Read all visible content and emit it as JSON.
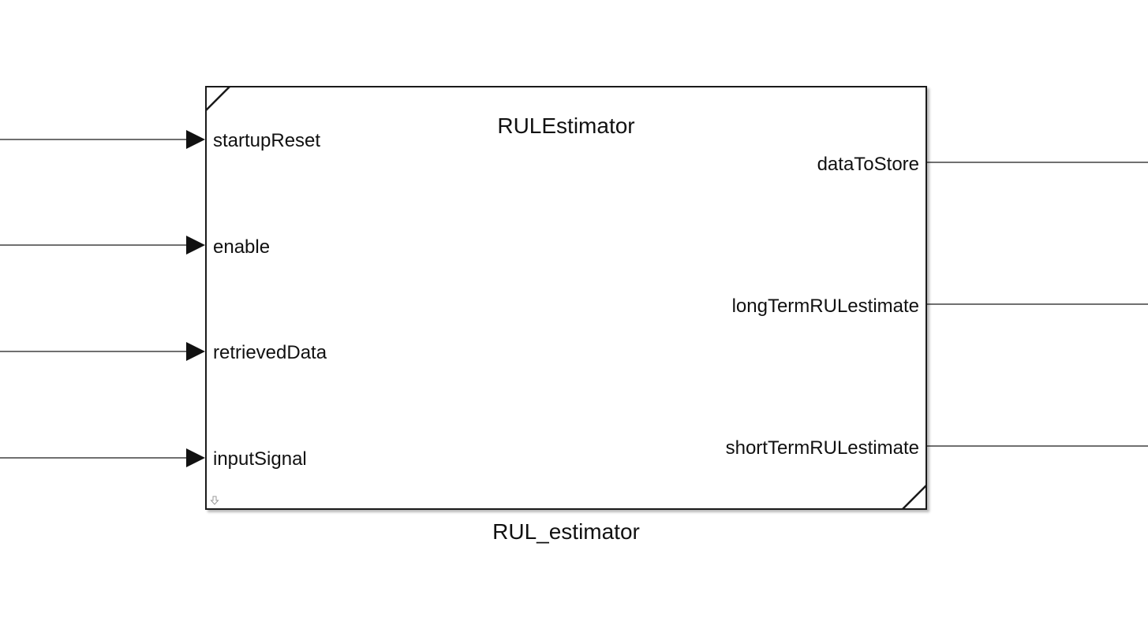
{
  "block": {
    "type_title": "RULEstimator",
    "name": "RUL_estimator",
    "inputs": [
      {
        "label": "startupReset"
      },
      {
        "label": "enable"
      },
      {
        "label": "retrievedData"
      },
      {
        "label": "inputSignal"
      }
    ],
    "outputs": [
      {
        "label": "dataToStore"
      },
      {
        "label": "longTermRULestimate"
      },
      {
        "label": "shortTermRULestimate"
      }
    ]
  },
  "colors": {
    "line": "#1a1a1a",
    "background": "#ffffff"
  }
}
